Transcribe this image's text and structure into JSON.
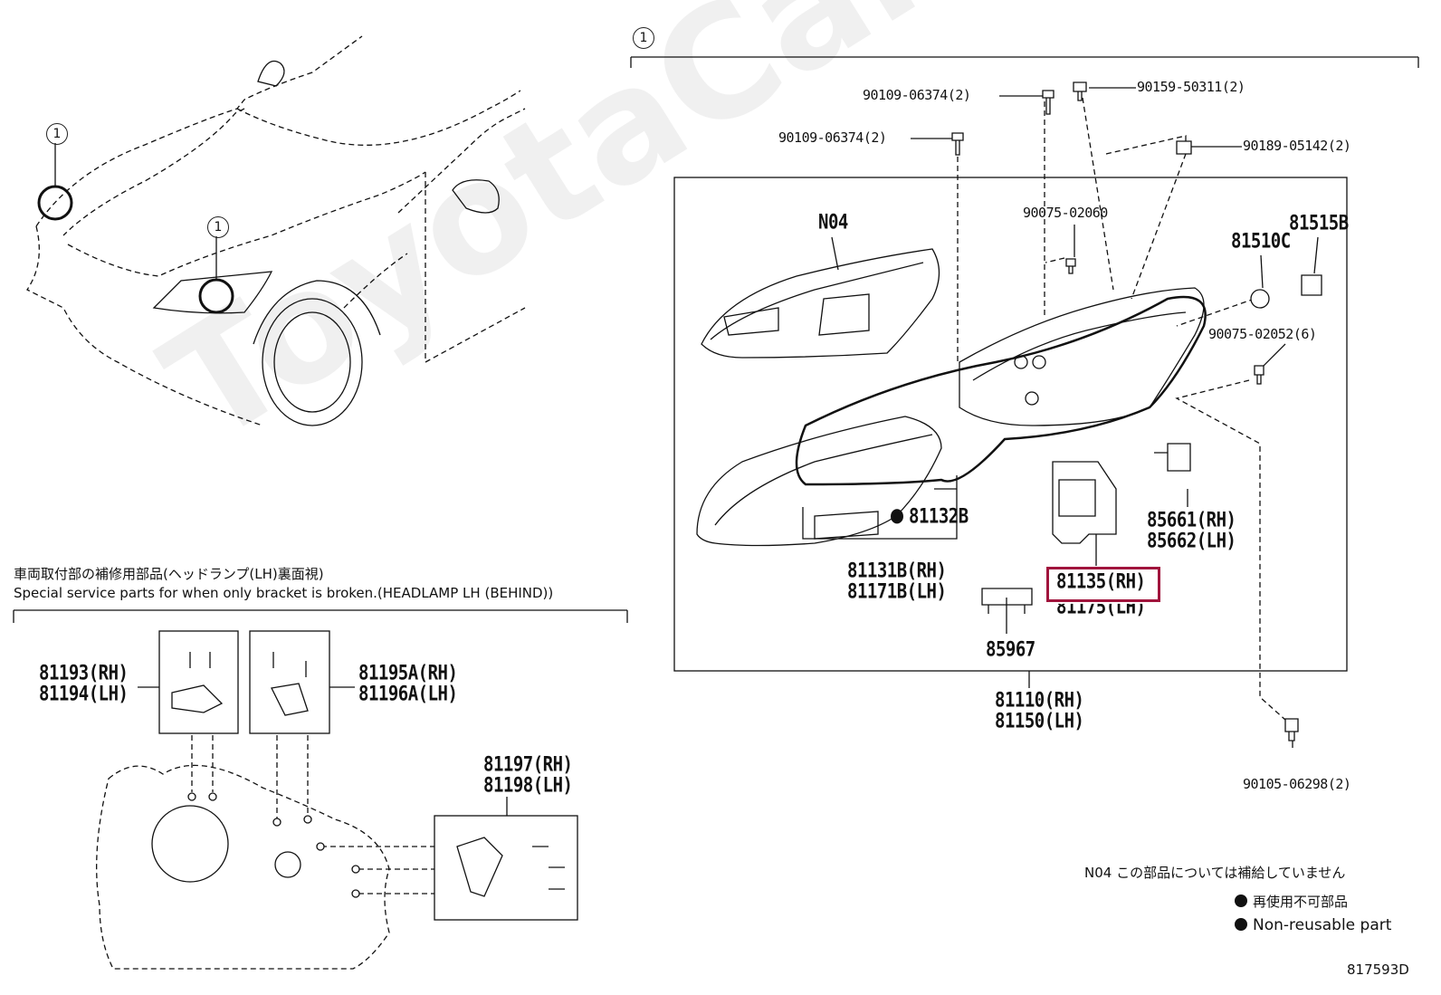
{
  "callout_marker": "1",
  "watermark": "ToyotaCarMine.ru",
  "main_parts": {
    "p90109_a": "90109-06374(2)",
    "p90109_b": "90109-06374(2)",
    "p90159": "90159-50311(2)",
    "p90189": "90189-05142(2)",
    "p90075_02060": "90075-02060",
    "p81515b": "81515B",
    "p81510c": "81510C",
    "p90075_02052": "90075-02052(6)",
    "n04": "N04",
    "p81132b": "81132B",
    "p81131b": "81131B(RH)",
    "p81171b": "81171B(LH)",
    "p81135": "81135(RH)",
    "p81175": "81175(LH)",
    "p85661": "85661(RH)",
    "p85662": "85662(LH)",
    "p85967": "85967",
    "p81110": "81110(RH)",
    "p81150": "81150(LH)",
    "p90105": "90105-06298(2)"
  },
  "service_parts": {
    "title_jp": "車両取付部の補修用部品(ヘッドランプ(LH)裏面視)",
    "title_en": "Special service parts for when only bracket is broken.(HEADLAMP LH (BEHIND))",
    "p81193": "81193(RH)",
    "p81194": "81194(LH)",
    "p81195a": "81195A(RH)",
    "p81196a": "81196A(LH)",
    "p81197": "81197(RH)",
    "p81198": "81198(LH)"
  },
  "legend": {
    "n04_note": "N04 この部品については補給していません",
    "nonreusable_jp": "再使用不可部品",
    "nonreusable_en": "Non-reusable part"
  },
  "figure_id": "817593D",
  "highlight_color": "#a0143c"
}
